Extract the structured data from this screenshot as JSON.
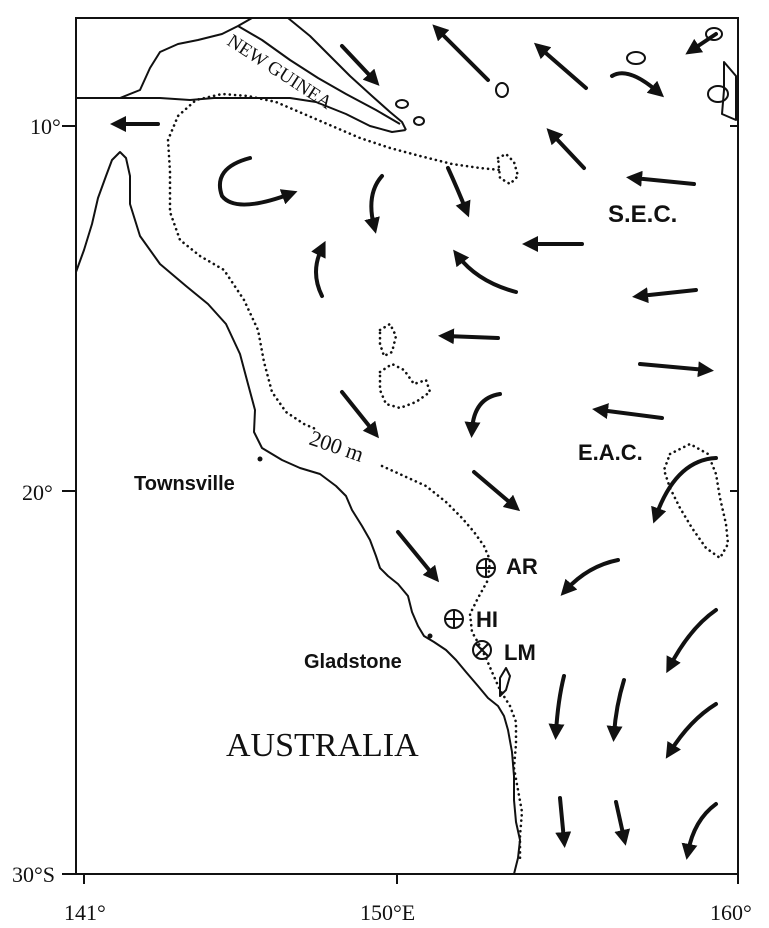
{
  "figure": {
    "land_label": "AUSTRALIA",
    "island_label": "NEW GUINEA",
    "isobath_label": "200 m",
    "cities": [
      {
        "name": "Townsville"
      },
      {
        "name": "Gladstone"
      }
    ],
    "currents": [
      {
        "name": "S.E.C."
      },
      {
        "name": "E.A.C."
      }
    ],
    "sites": [
      {
        "code": "AR",
        "symbol": "circle-plus"
      },
      {
        "code": "HI",
        "symbol": "circle-plus"
      },
      {
        "code": "LM",
        "symbol": "circle-cross"
      }
    ],
    "axes": {
      "x_ticks": [
        "141°",
        "150°E",
        "160°"
      ],
      "y_ticks": [
        "10°",
        "20°",
        "30°S"
      ]
    }
  }
}
